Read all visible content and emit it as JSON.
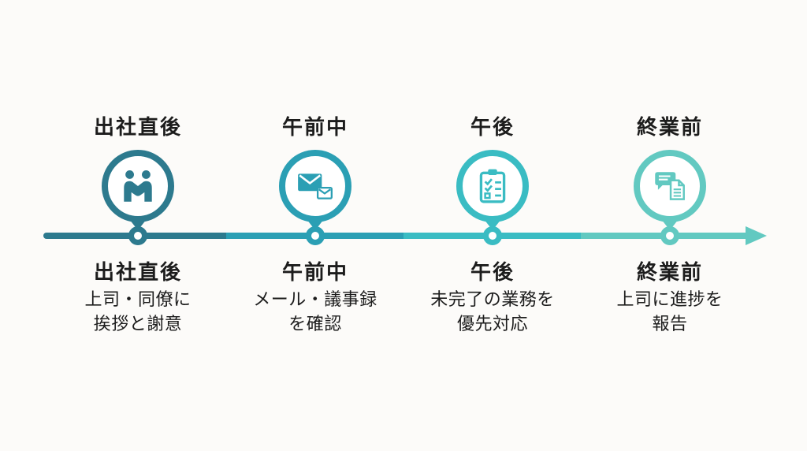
{
  "canvas": {
    "background": "#fcfbf9",
    "text_color": "#1c1c1c"
  },
  "timeline": {
    "segment_colors": [
      "#2d7a8e",
      "#2b9fb4",
      "#3abcc3",
      "#62c9c1"
    ],
    "arrow_color": "#62c9c1"
  },
  "stages": [
    {
      "time_label_top": "出社直後",
      "time_label_bottom": "出社直後",
      "description_line1": "上司・同僚に",
      "description_line2": "挨拶と謝意",
      "color": "#2d7a8e",
      "icon": "handshake-icon"
    },
    {
      "time_label_top": "午前中",
      "time_label_bottom": "午前中",
      "description_line1": "メール・議事録",
      "description_line2": "を確認",
      "color": "#2b9fb4",
      "icon": "mail-icon"
    },
    {
      "time_label_top": "午後",
      "time_label_bottom": "午後",
      "description_line1": "未完了の業務を",
      "description_line2": "優先対応",
      "color": "#3abcc3",
      "icon": "checklist-icon"
    },
    {
      "time_label_top": "終業前",
      "time_label_bottom": "終業前",
      "description_line1": "上司に進捗を",
      "description_line2": "報告",
      "color": "#62c9c1",
      "icon": "chat-report-icon"
    }
  ]
}
